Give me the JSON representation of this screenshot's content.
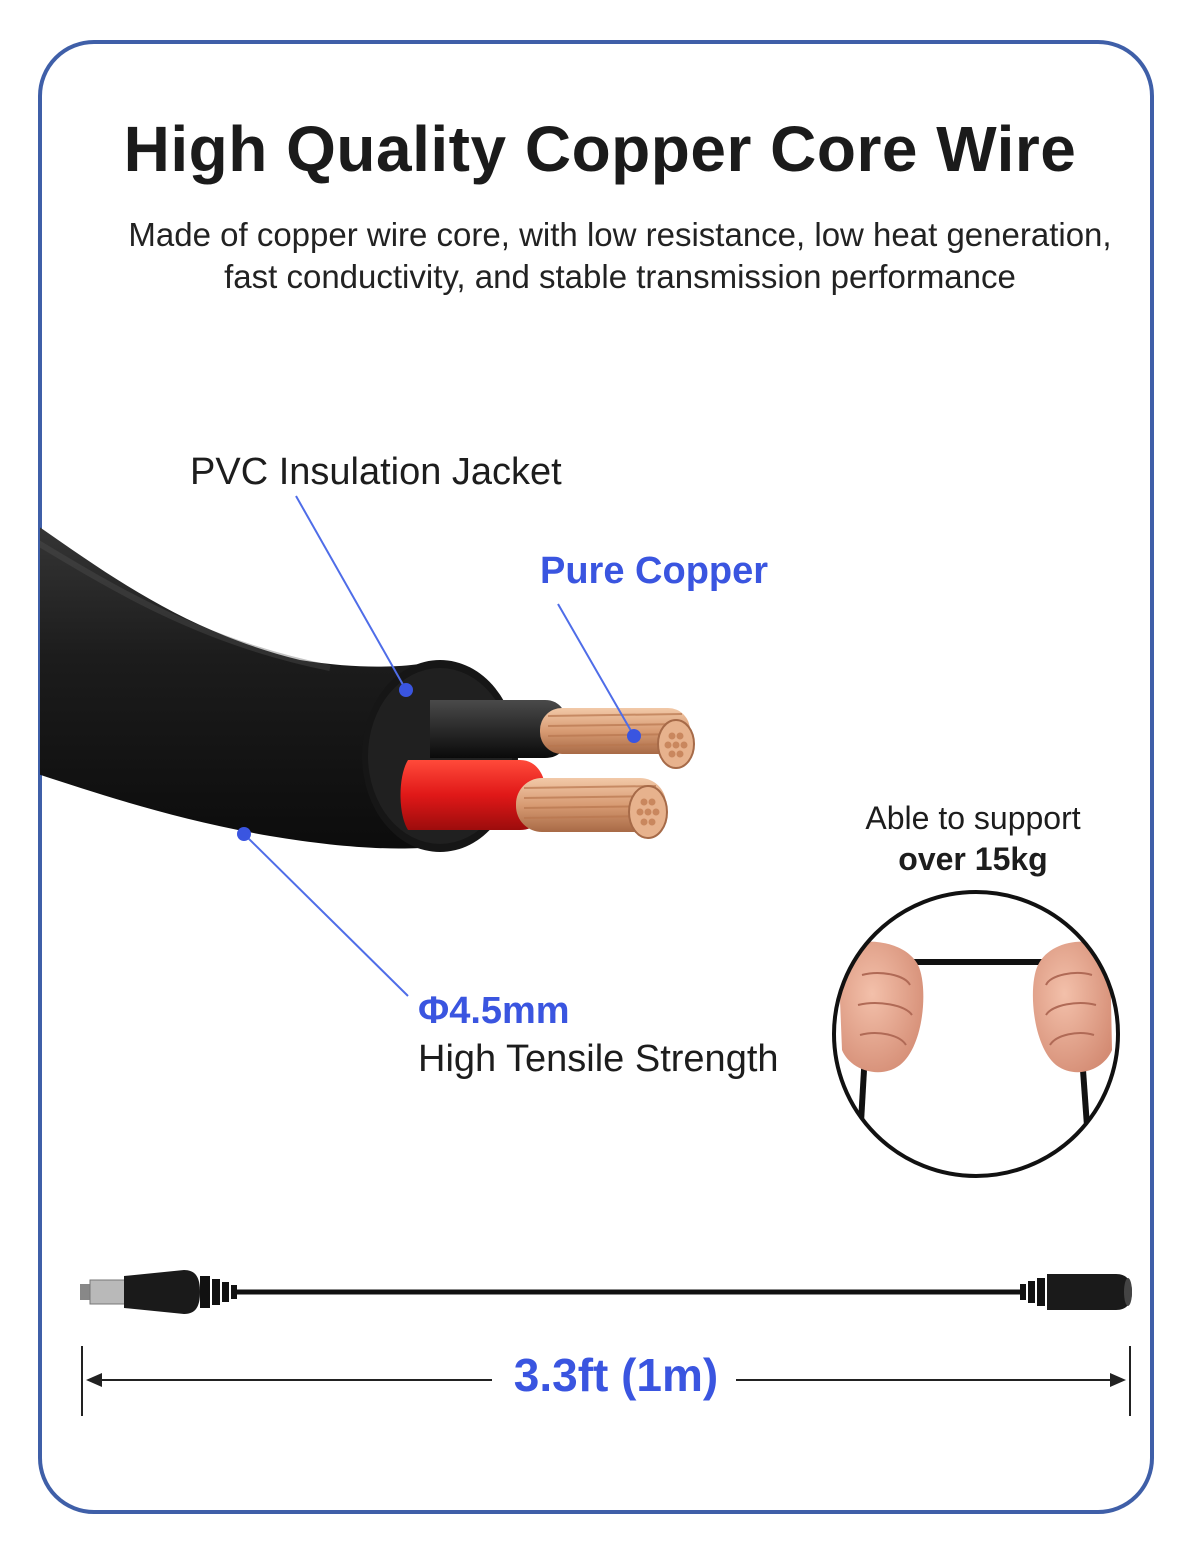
{
  "header": {
    "title": "High Quality Copper Core Wire",
    "subtitle_line1": "Made of copper wire core, with low resistance, low heat generation,",
    "subtitle_line2": "fast conductivity, and stable transmission performance"
  },
  "callouts": {
    "jacket": "PVC Insulation Jacket",
    "copper": "Pure Copper",
    "diameter": "Φ4.5mm",
    "tensile": "High Tensile Strength"
  },
  "support": {
    "line1": "Able to support",
    "line2": "over 15kg"
  },
  "cable": {
    "length": "3.3ft (1m)"
  },
  "colors": {
    "frame": "#3f5fa8",
    "accent": "#3a55e0",
    "leader": "#4f6de8",
    "text": "#1d1d1d",
    "jacket": "#1a1a1a",
    "red_core": "#e01818",
    "copper": "#d9a37c"
  },
  "icons": {
    "dc_male_plug": "dc-male-plug-icon",
    "dc_female_jack": "dc-female-jack-icon",
    "hands_pulling": "hands-pulling-cable-icon"
  }
}
